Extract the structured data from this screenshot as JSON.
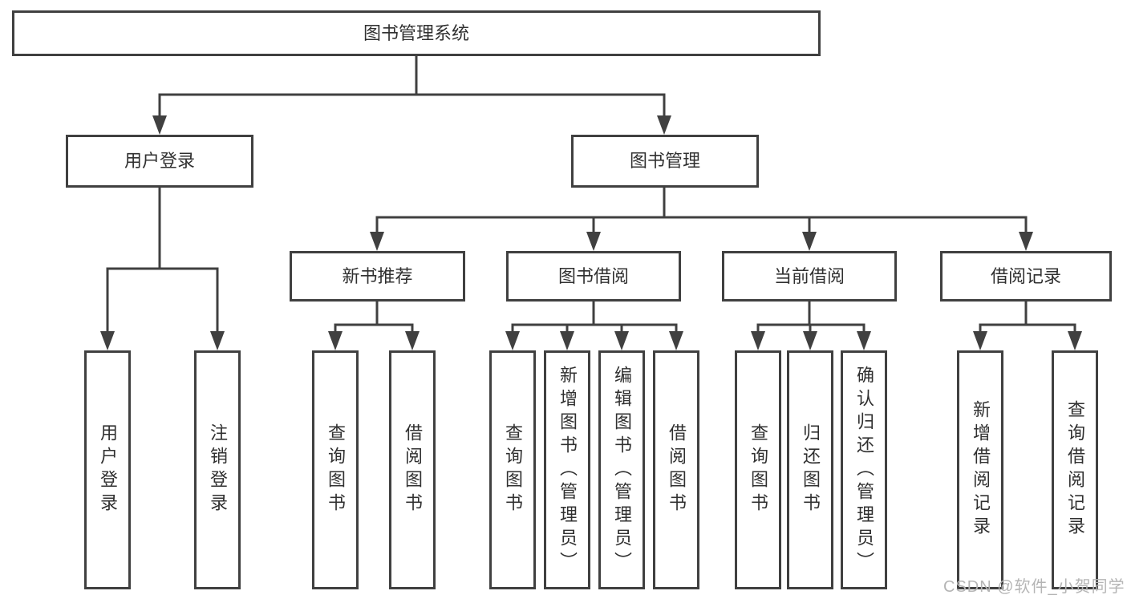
{
  "tree": {
    "root": "图书管理系统",
    "level2": [
      "用户登录",
      "图书管理"
    ],
    "level3": [
      "新书推荐",
      "图书借阅",
      "当前借阅",
      "借阅记录"
    ],
    "leaves": {
      "user_login": [
        "用户登录",
        "注销登录"
      ],
      "new_book_rec": [
        "查询图书",
        "借阅图书"
      ],
      "book_borrow": [
        "查询图书",
        "新增图书（管理员）",
        "编辑图书（管理员）",
        "借阅图书"
      ],
      "current_borrow": [
        "查询图书",
        "归还图书",
        "确认归还（管理员）"
      ],
      "borrow_record": [
        "新增借阅记录",
        "查询借阅记录"
      ]
    }
  },
  "watermark": {
    "text": "CSDN @软件_小贺同学"
  },
  "colors": {
    "line": "#404040",
    "text": "#303030",
    "watermark": "#b5b5b5",
    "background": "#ffffff"
  }
}
